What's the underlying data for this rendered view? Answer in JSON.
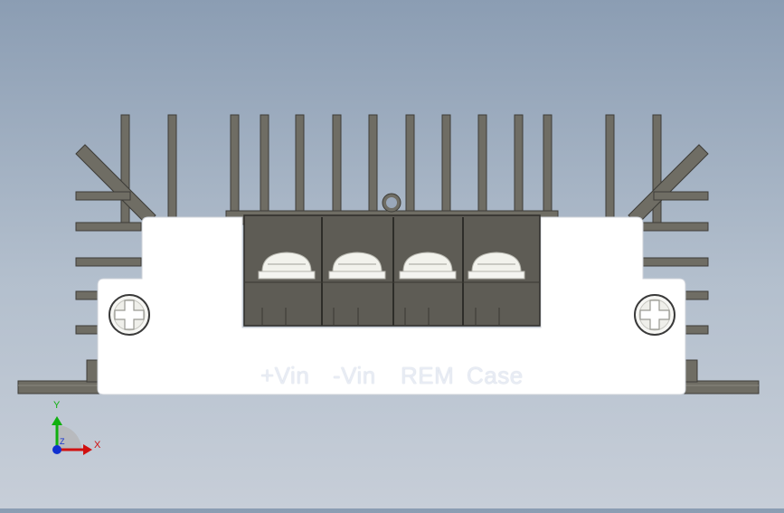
{
  "labels": {
    "plus_vin": "+Vin",
    "minus_vin": "-Vin",
    "rem": "REM",
    "case": "Case"
  },
  "triad": {
    "x_label": "X",
    "y_label": "Y",
    "z_label": "Z"
  },
  "colors": {
    "background_top": "#8b9db3",
    "background_bottom": "#c7ced8",
    "heatsink": "#6f6d64",
    "cover": "#ffffff",
    "terminal_block": "#5e5c55",
    "screw": "#f2f2ec",
    "x_axis": "#d01010",
    "y_axis": "#10b010",
    "z_axis": "#1030d0"
  },
  "icons": [
    "phillips-screw-icon",
    "terminal-screw-icon",
    "coordinate-triad-icon"
  ]
}
